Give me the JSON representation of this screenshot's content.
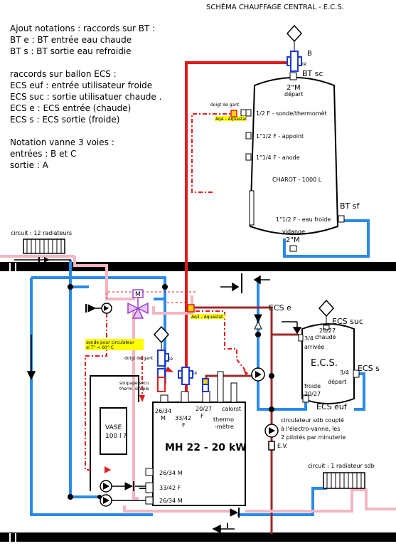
{
  "title": "SCHÉMA CHAUFFAGE CENTRAL - E.C.S.",
  "notes": [
    "Ajout notations : raccords sur BT :",
    "BT e : BT entrée eau chaude",
    "BT s : BT sortie eau refroidie",
    "",
    "raccords sur ballon ECS :",
    "ECS euf : entrée utilisateur froide",
    "ECS suc : sortie utilisatuer chaude .",
    "ECS e : ECS entrée (chaude)",
    "ECS s : ECS sortie (froide)",
    "",
    "Notation vanne 3 voies :",
    "entrées : B et C",
    "sortie : A"
  ],
  "tank": {
    "name": "CHAROT - 1000 L",
    "top_size": "2\"M",
    "top_label": "départ",
    "conn1": "1/2 F - sonde/thermomèt",
    "conn2": "1\"1/2 F - appoint",
    "conn3": "1\"1/4 F - anode",
    "conn4": "1\"1/2 F - eau froide",
    "bottom_label": "vidange",
    "bottom_size": "2\"M",
    "b_label": "B",
    "te_label": "té",
    "bt_sc": "BT sc",
    "bt_sf": "BT sf",
    "doigt_gant": "doigt de gant",
    "aq4": "Aq4 - Aquastat"
  },
  "circuits": {
    "radiateurs12": "circuit : 12 radiateurs",
    "radiateur_sdb": "circuit : 1 radiateur sdb"
  },
  "ecs": {
    "name": "E.C.S.",
    "ecs_e": "ECS e",
    "ecs_suc": "ECS suc",
    "ecs_s": "ECS s",
    "ecs_euf": "ECS euf",
    "chaude_size": "20/27",
    "chaude": "chaude",
    "size_34a": "3/4",
    "arrivee": "arrivée",
    "size_34d": "3/4",
    "depart": "départ",
    "froide": "froide",
    "froide_size": "20/27"
  },
  "boiler": {
    "name": "MH 22 - 20 kW",
    "c1a": "26/34",
    "c1b": "M",
    "c2a": "33/42",
    "c2b": "F",
    "c3a": "20/27",
    "c3b": "F",
    "calorst": "calorst",
    "thermo1": "thermo",
    "thermo2": "-mètre",
    "r1": "26/34 M",
    "r2": "33/42  F",
    "r3": "26/34 M"
  },
  "valve": {
    "m_label": "M",
    "te_label": "té",
    "doigt_gant": "doigt de gant",
    "sonde1": "sonde pour circulateur",
    "sonde2": "si T° < 60° C",
    "aq3": "Aq3 - Aquastat",
    "soupape1": "soupape sécu",
    "soupape2": "therm. simple",
    "te2": "té"
  },
  "vase": {
    "l1": "VASE",
    "l2": "100 l ?"
  },
  "circulateur": {
    "l1": "circulateur sdb couplé",
    "l2": "à l'électro-vanne, les",
    "l3": "2 pilotés par minuterie",
    "ev": "E.V."
  }
}
